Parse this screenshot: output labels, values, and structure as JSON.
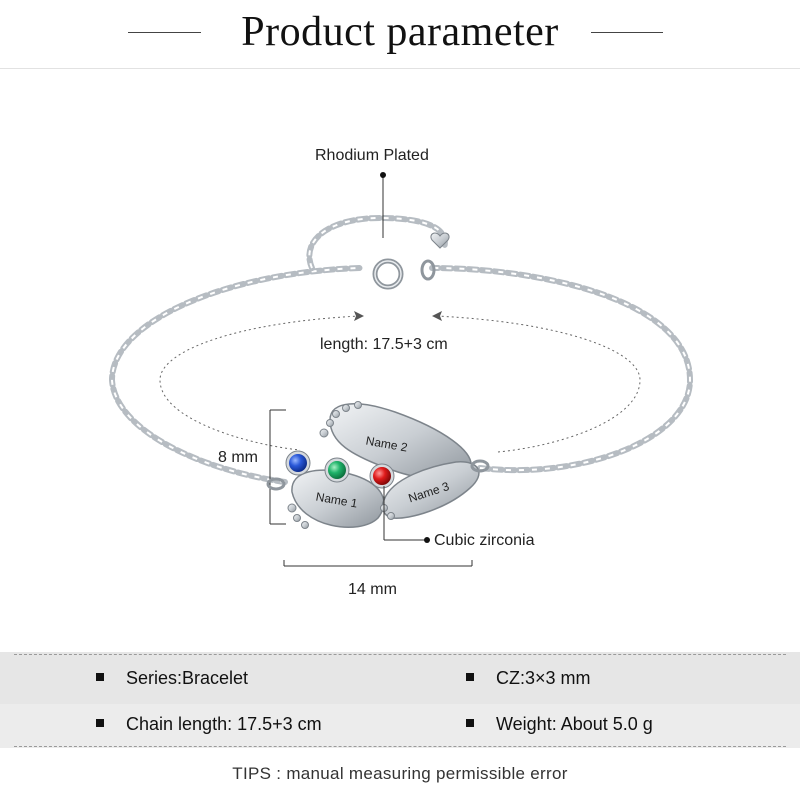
{
  "header": {
    "title": "Product parameter"
  },
  "diagram": {
    "material_label": "Rhodium Plated",
    "length_label": "length:  17.5+3 cm",
    "height_label": "8 mm",
    "width_label": "14 mm",
    "stone_label": "Cubic zirconia",
    "charm_names": [
      "Name 1",
      "Name 2",
      "Name 3"
    ],
    "stone_colors": [
      "#1f4fd6",
      "#1fb36a",
      "#e01b1b"
    ],
    "metal_color": "#c8cdd2"
  },
  "specs": {
    "series": "Series:Bracelet",
    "cz": "CZ:3×3 mm",
    "chain_length": "Chain length:  17.5+3 cm",
    "weight": "Weight: About 5.0 g"
  },
  "footer": {
    "tips": "TIPS : manual measuring permissible error"
  }
}
